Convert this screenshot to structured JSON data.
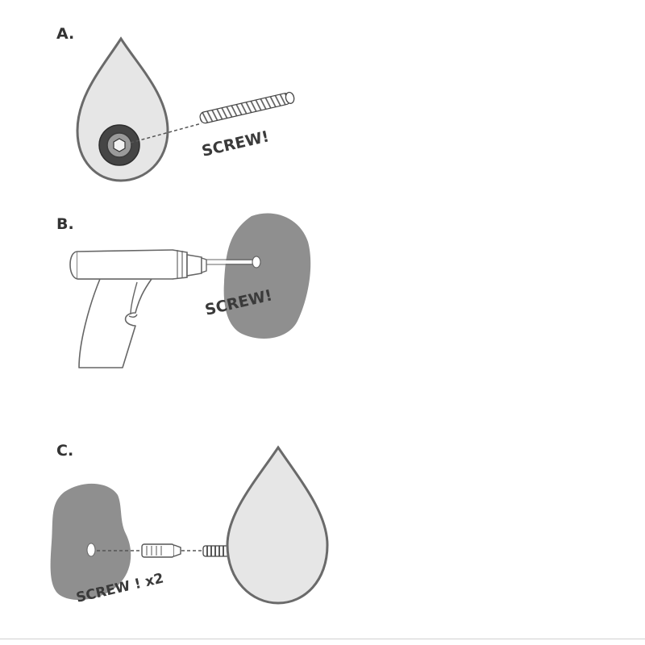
{
  "steps": [
    {
      "label": "A.",
      "caption": "SCREW!"
    },
    {
      "label": "B.",
      "caption": "SCREW!"
    },
    {
      "label": "C.",
      "caption": "SCREW ! x2"
    }
  ],
  "colors": {
    "outline": "#6a6a6a",
    "wall": "#8f8f8f",
    "mirror_fill": "#e6e6e6",
    "text": "#333333",
    "bolt": "#454545"
  },
  "icons": [
    "mirror-icon",
    "screw-icon",
    "drill-icon",
    "wall-icon",
    "wall-anchor-icon"
  ]
}
